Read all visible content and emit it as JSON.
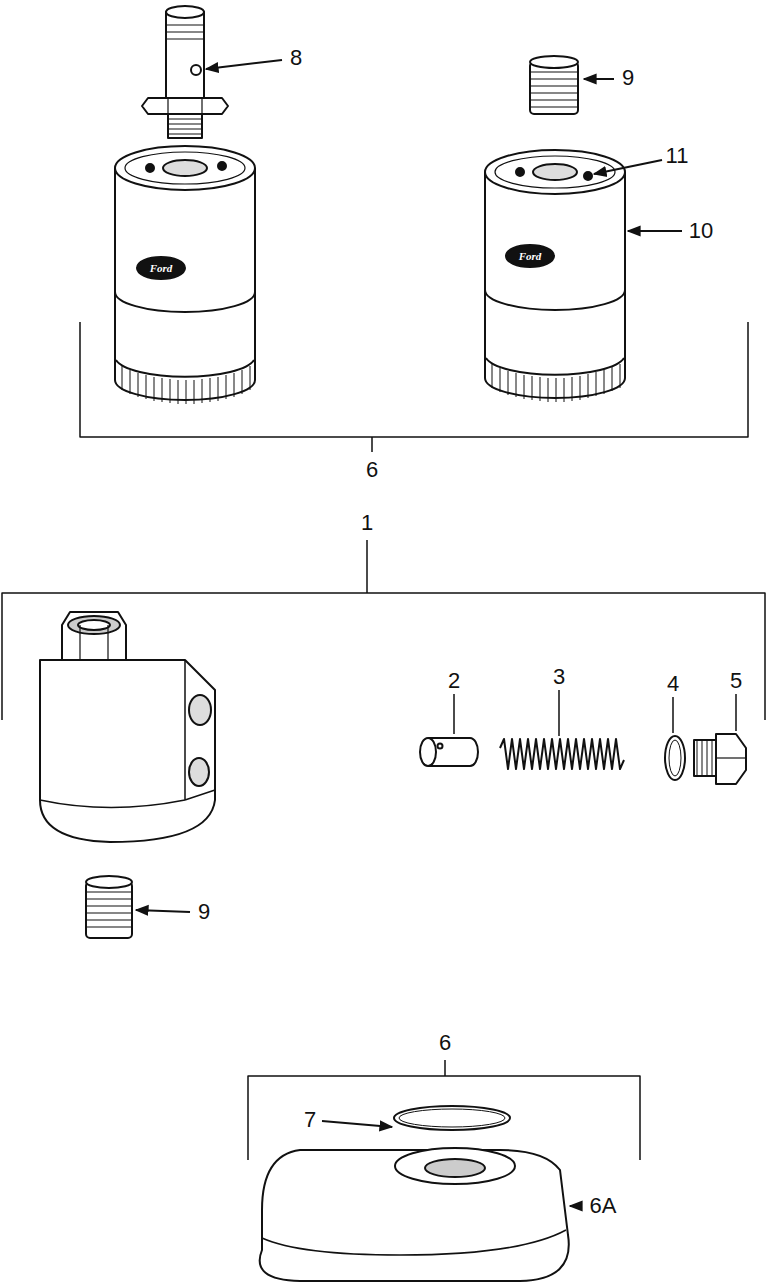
{
  "diagram": {
    "labels": [
      "8",
      "9",
      "11",
      "10",
      "Ford",
      "Ford",
      "6",
      "1",
      "2",
      "3",
      "4",
      "5",
      "9",
      "6",
      "7",
      "6A"
    ]
  }
}
